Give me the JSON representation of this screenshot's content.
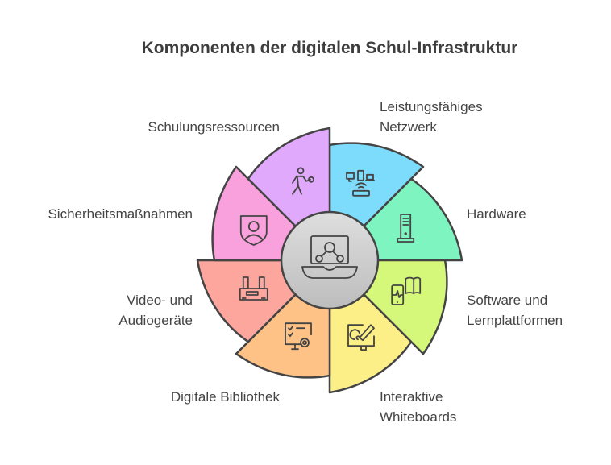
{
  "title": "Komponenten der digitalen Schul-Infrastruktur",
  "center": {
    "icon": "laptop-network-icon",
    "color": "#cfcfcf"
  },
  "segments": [
    {
      "lines": [
        "Leistungsfähiges",
        "Netzwerk"
      ],
      "color": "#7ddcfc",
      "icon": "network-devices-icon"
    },
    {
      "lines": [
        "Hardware"
      ],
      "color": "#7ef5c1",
      "icon": "server-tower-icon"
    },
    {
      "lines": [
        "Software und",
        "Lernplattformen"
      ],
      "color": "#d5f77a",
      "icon": "phone-book-icon"
    },
    {
      "lines": [
        "Interaktive",
        "Whiteboards"
      ],
      "color": "#fdef88",
      "icon": "whiteboard-pen-icon"
    },
    {
      "lines": [
        "Digitale Bibliothek"
      ],
      "color": "#fec287",
      "icon": "monitor-gear-icon"
    },
    {
      "lines": [
        "Video- und",
        "Audiogeräte"
      ],
      "color": "#fca69d",
      "icon": "speakers-receiver-icon"
    },
    {
      "lines": [
        "Sicherheitsmaßnahmen"
      ],
      "color": "#f9a1dc",
      "icon": "shield-user-icon"
    },
    {
      "lines": [
        "Schulungsressourcen"
      ],
      "color": "#e0a9fb",
      "icon": "training-person-icon"
    }
  ]
}
